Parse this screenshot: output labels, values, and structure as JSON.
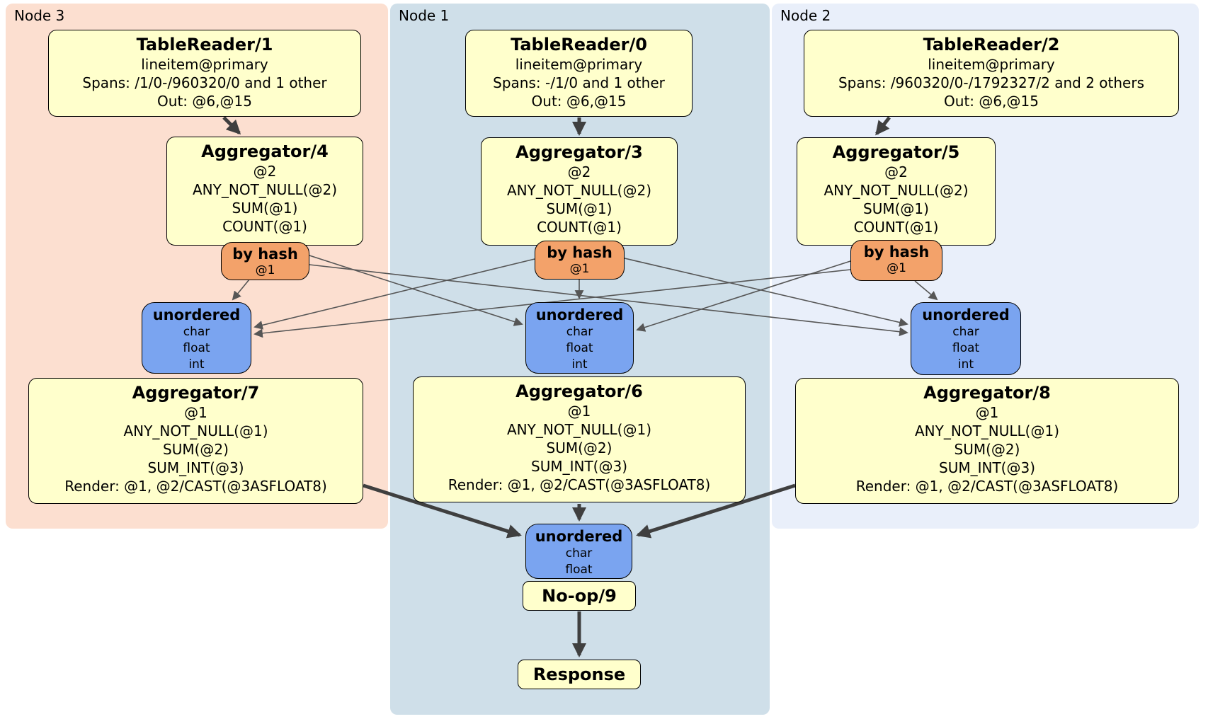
{
  "colors": {
    "band-node3": "#fcdfd0",
    "band-node1": "#cfdfe9",
    "band-node2": "#e9effa",
    "box-yellow": "#ffffcc",
    "box-orange": "#f3a26a",
    "box-blue": "#7aa4f0",
    "box-border": "#000000",
    "edge-thick": "#3f3f3f",
    "edge-thin": "#565656"
  },
  "bands": {
    "node3": "Node 3",
    "node1": "Node 1",
    "node2": "Node 2"
  },
  "boxes": {
    "tr1": {
      "title": "TableReader/1",
      "lines": [
        "lineitem@primary",
        "Spans: /1/0-/960320/0 and 1 other",
        "Out: @6,@15"
      ]
    },
    "tr0": {
      "title": "TableReader/0",
      "lines": [
        "lineitem@primary",
        "Spans: -/1/0 and 1 other",
        "Out: @6,@15"
      ]
    },
    "tr2": {
      "title": "TableReader/2",
      "lines": [
        "lineitem@primary",
        "Spans: /960320/0-/1792327/2 and 2 others",
        "Out: @6,@15"
      ]
    },
    "agg4": {
      "title": "Aggregator/4",
      "lines": [
        "@2",
        "ANY_NOT_NULL(@2)",
        "SUM(@1)",
        "COUNT(@1)"
      ]
    },
    "agg3": {
      "title": "Aggregator/3",
      "lines": [
        "@2",
        "ANY_NOT_NULL(@2)",
        "SUM(@1)",
        "COUNT(@1)"
      ]
    },
    "agg5": {
      "title": "Aggregator/5",
      "lines": [
        "@2",
        "ANY_NOT_NULL(@2)",
        "SUM(@1)",
        "COUNT(@1)"
      ]
    },
    "byhash3": {
      "title": "by hash",
      "lines": [
        "@1"
      ]
    },
    "byhash1": {
      "title": "by hash",
      "lines": [
        "@1"
      ]
    },
    "byhash2": {
      "title": "by hash",
      "lines": [
        "@1"
      ]
    },
    "unordered3": {
      "title": "unordered",
      "lines": [
        "char",
        "float",
        "int"
      ]
    },
    "unordered1": {
      "title": "unordered",
      "lines": [
        "char",
        "float",
        "int"
      ]
    },
    "unordered2": {
      "title": "unordered",
      "lines": [
        "char",
        "float",
        "int"
      ]
    },
    "agg7": {
      "title": "Aggregator/7",
      "lines": [
        "@1",
        "ANY_NOT_NULL(@1)",
        "SUM(@2)",
        "SUM_INT(@3)",
        "Render: @1, @2/CAST(@3ASFLOAT8)"
      ]
    },
    "agg6": {
      "title": "Aggregator/6",
      "lines": [
        "@1",
        "ANY_NOT_NULL(@1)",
        "SUM(@2)",
        "SUM_INT(@3)",
        "Render: @1, @2/CAST(@3ASFLOAT8)"
      ]
    },
    "agg8": {
      "title": "Aggregator/8",
      "lines": [
        "@1",
        "ANY_NOT_NULL(@1)",
        "SUM(@2)",
        "SUM_INT(@3)",
        "Render: @1, @2/CAST(@3ASFLOAT8)"
      ]
    },
    "unordered_final": {
      "title": "unordered",
      "lines": [
        "char",
        "float"
      ]
    },
    "noop": {
      "title": "No-op/9"
    },
    "response": {
      "title": "Response"
    }
  }
}
